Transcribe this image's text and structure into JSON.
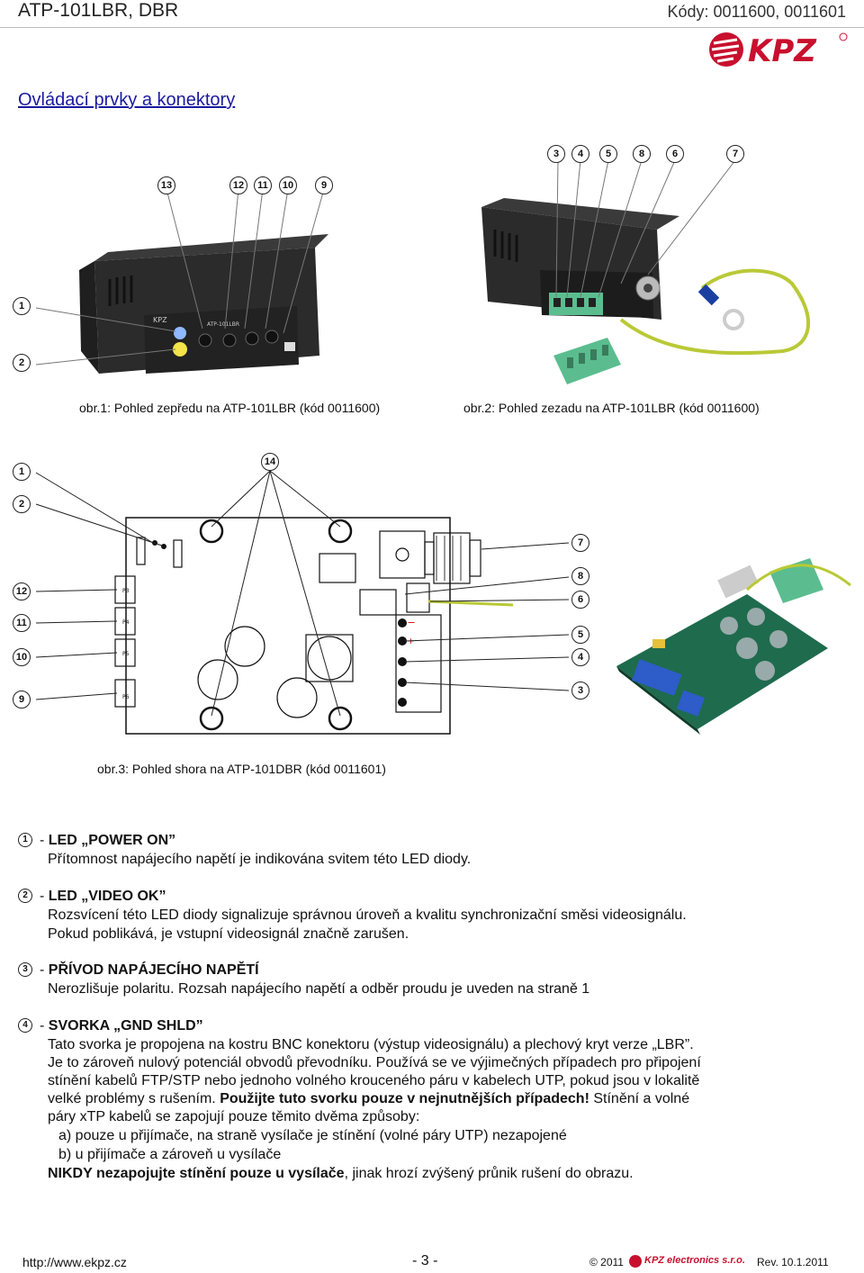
{
  "header": {
    "title": "ATP-101LBR, DBR",
    "codes": "Kódy: 0011600, 0011601",
    "logo_text": "KPZ",
    "logo_color": "#c8102e"
  },
  "section_title": "Ovládací prvky a konektory",
  "figures": {
    "fig1_caption": "obr.1:  Pohled zepředu na ATP-101LBR (kód 0011600)",
    "fig2_caption": "obr.2:  Pohled zezadu na ATP-101LBR (kód 0011600)",
    "fig3_caption": "obr.3:  Pohled shora na ATP-101DBR (kód 0011601)",
    "fig1_callouts": [
      "13",
      "12",
      "11",
      "10",
      "9",
      "1",
      "2"
    ],
    "fig2_callouts": [
      "3",
      "4",
      "5",
      "8",
      "6",
      "7"
    ],
    "fig3_left_callouts": [
      "1",
      "2",
      "12",
      "11",
      "10",
      "9"
    ],
    "fig3_top_callout": "14",
    "fig3_right_callouts": [
      "7",
      "8",
      "6",
      "5",
      "4",
      "3"
    ],
    "pcb_labels": [
      "P3",
      "P4",
      "P5",
      "P6"
    ]
  },
  "items": [
    {
      "num": "1",
      "title": "LED „POWER ON”",
      "lines": [
        "Přítomnost napájecího napětí je indikována svitem této LED diody."
      ]
    },
    {
      "num": "2",
      "title": "LED „VIDEO OK”",
      "lines": [
        "Rozsvícení této LED diody signalizuje správnou úroveň a kvalitu synchronizační směsi videosignálu.",
        "Pokud poblikává, je vstupní videosignál značně zarušen."
      ]
    },
    {
      "num": "3",
      "title": "PŘÍVOD NAPÁJECÍHO NAPĚTÍ",
      "lines": [
        "Nerozlišuje polaritu. Rozsah napájecího napětí a odběr proudu je uveden na straně 1"
      ]
    },
    {
      "num": "4",
      "title": "SVORKA „GND SHLD”",
      "lines": [
        "Tato svorka je propojena na kostru BNC konektoru (výstup videosignálu) a plechový kryt verze „LBR”.",
        "Je to zároveň nulový potenciál obvodů převodníku. Používá se ve výjimečných případech pro připojení",
        "stínění kabelů FTP/STP nebo jednoho volného krouceného páru v kabelech UTP, pokud jsou v lokalitě"
      ],
      "line4a": "velké problémy s rušením. ",
      "line4b": "Použijte tuto svorku pouze v nejnutnějších případech!",
      "line4c": " Stínění a volné",
      "line5": "páry xTP kabelů se zapojují pouze těmito dvěma způsoby:",
      "opt_a": "a) pouze u přijímače, na straně vysílače je stínění (volné páry UTP) nezapojené",
      "opt_b": "b) u přijímače a zároveň u vysílače",
      "warn_bold": "NIKDY nezapojujte stínění pouze u vysílače",
      "warn_rest": ", jinak hrozí zvýšený průnik rušení do obrazu."
    }
  ],
  "footer": {
    "url": "http://www.ekpz.cz",
    "page": "- 3 -",
    "copyright": "© 2011",
    "company": "KPZ electronics s.r.o.",
    "rev": "Rev. 10.1.2011"
  }
}
